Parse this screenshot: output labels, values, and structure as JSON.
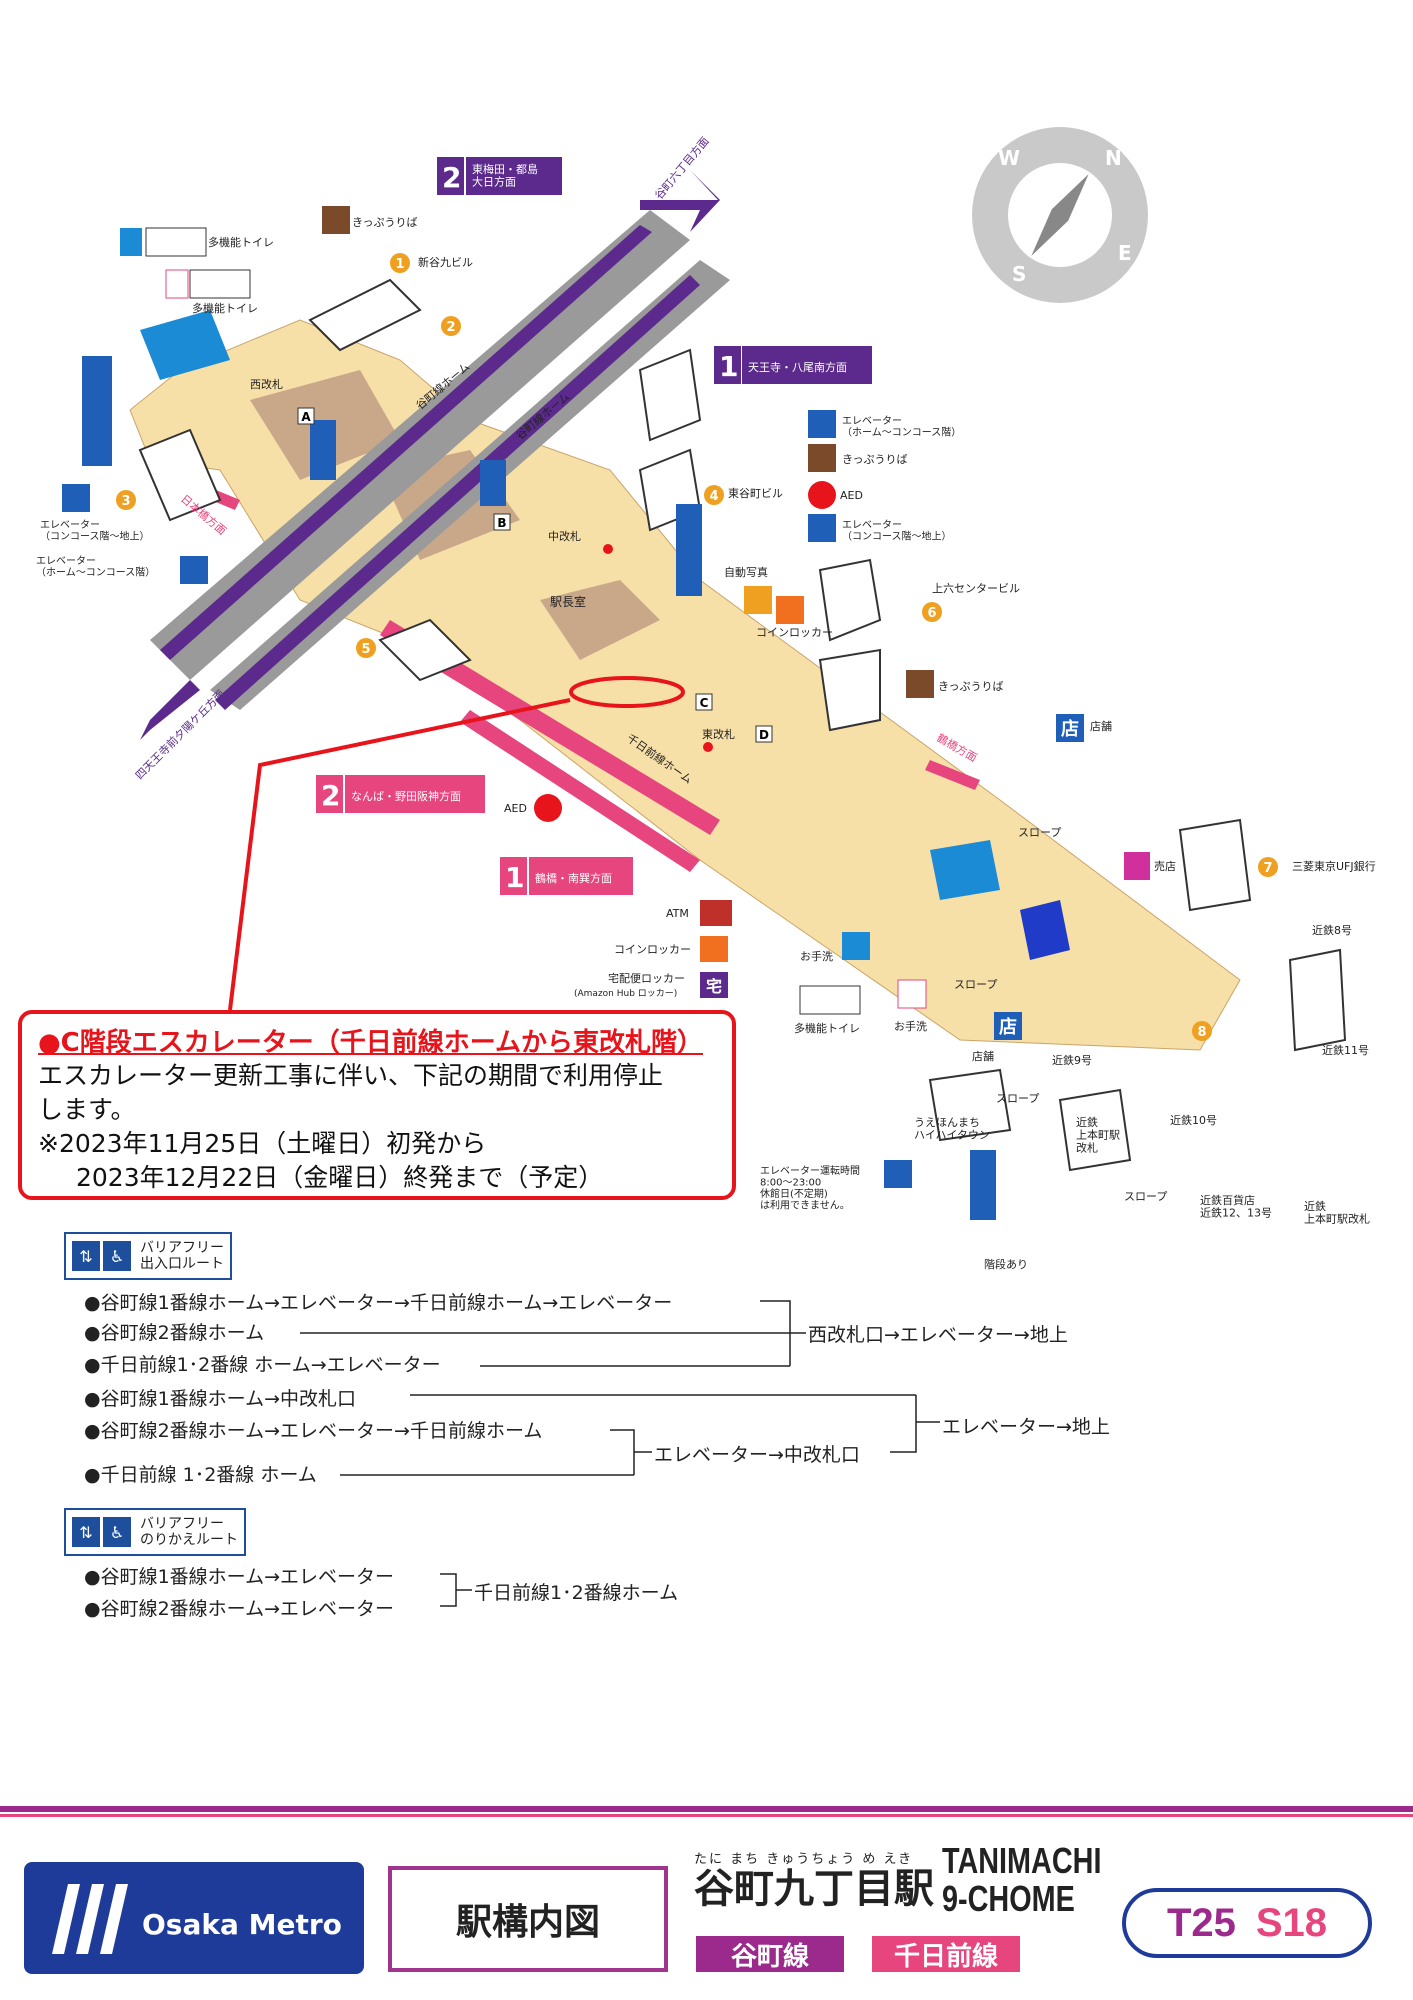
{
  "map": {
    "labels": {
      "west_gate": "西改札",
      "middle_gate": "中改札",
      "east_gate": "東改札",
      "station_master": "駅長室",
      "tanimachi_platform_1": "谷町線ホーム",
      "tanimachi_platform_2": "谷町線ホーム",
      "sennichimae_platform": "千日前線ホーム",
      "to_nipponbashi": "日本橋方面",
      "to_tsuruhashi": "鶴橋方面",
      "to_tanimachi6": "谷町六丁目方面",
      "to_shitennoji": "四天王寺前夕陽ケ丘方面",
      "ticket_1": "きっぷうりば",
      "ticket_2": "きっぷうりば",
      "ticket_3": "きっぷうりば",
      "toilet_multi_1": "多機能トイレ",
      "toilet_multi_2": "多機能トイレ",
      "toilet_multi_3": "多機能トイレ",
      "elev_1": "エレベーター\n（コンコース階〜地上）",
      "elev_2": "エレベーター\n（ホーム〜コンコース階）",
      "elev_3": "エレベーター\n（ホーム〜コンコース階）",
      "elev_4": "エレベーター\n（コンコース階〜地上）",
      "aed_1": "AED",
      "aed_2": "AED",
      "photo": "自動写真",
      "locker_1": "コインロッカー",
      "locker_2": "コインロッカー",
      "atm": "ATM",
      "delivery_locker": "宅配便ロッカー",
      "delivery_locker_sub": "(Amazon Hub ロッカー)",
      "restroom_m": "お手洗",
      "restroom_f": "お手洗",
      "shop_1": "店舗",
      "shop_2": "店舗",
      "kiosk": "売店",
      "slope_1": "スロープ",
      "slope_2": "スロープ",
      "slope_3": "スロープ",
      "slope_4": "スロープ",
      "shin_tanikyu": "新谷九ビル",
      "higashi_tanimachi": "東谷町ビル",
      "uehon6": "上六センタービル",
      "mufg": "三菱東京UFJ銀行",
      "kintetsu_8": "近鉄8号",
      "kintetsu_9": "近鉄9号",
      "kintetsu_10": "近鉄10号",
      "kintetsu_11": "近鉄11号",
      "kintetsu_gate": "近鉄\n上本町駅\n改札",
      "kintetsu_gate_2": "近鉄\n上本町駅改札",
      "kintetsu_dept": "近鉄百貨店\n近鉄12、13号",
      "hihi_town": "うえほんまち\nハイハイタウン",
      "stairs": "階段あり",
      "elev_hours": "エレベーター運転時間\n8:00〜23:00\n休館日(不定期)\nは利用できません。"
    },
    "exits": [
      "1",
      "2",
      "3",
      "4",
      "5",
      "6",
      "7",
      "8"
    ],
    "gates": [
      "A",
      "B",
      "C",
      "D"
    ],
    "direction_boxes": {
      "t2_num": "2",
      "t2_text": "東梅田・都島\n大日方面",
      "t1_num": "1",
      "t1_text": "天王寺・八尾南方面",
      "s2_num": "2",
      "s2_text": "なんば・野田阪神方面",
      "s1_num": "1",
      "s1_text": "鶴橋・南巽方面"
    },
    "shop_glyph": "店",
    "delivery_glyph": "宅",
    "compass": [
      "W",
      "N",
      "E",
      "S"
    ]
  },
  "notice": {
    "title": "●C階段エスカレーター（千日前線ホームから東改札階）",
    "line1": "エスカレーター更新工事に伴い、下記の期間で利用停止",
    "line2": "します。",
    "line3": "※2023年11月25日（土曜日）初発から",
    "line4": "2023年12月22日（金曜日）終発まで（予定）"
  },
  "barrier_free": {
    "entry_head": "バリアフリー\n出入口ルート",
    "entry_routes": [
      "●谷町線1番線ホーム→エレベーター→千日前線ホーム→エレベーター",
      "●谷町線2番線ホーム",
      "●千日前線1･2番線 ホーム→エレベーター",
      "●谷町線1番線ホーム→中改札口",
      "●谷町線2番線ホーム→エレベーター→千日前線ホーム",
      "●千日前線 1･2番線 ホーム"
    ],
    "entry_dest_1": "西改札口→エレベーター→地上",
    "entry_mid_2": "エレベーター→中改札口",
    "entry_dest_2": "エレベーター→地上",
    "transfer_head": "バリアフリー\nのりかえルート",
    "transfer_routes": [
      "●谷町線1番線ホーム→エレベーター",
      "●谷町線2番線ホーム→エレベーター"
    ],
    "transfer_dest": "千日前線1･2番線ホーム"
  },
  "footer": {
    "brand": "Osaka Metro",
    "map_title": "駅構内図",
    "station_ruby": "たに まち きゅうちょう め えき",
    "station_jp": "谷町九丁目駅",
    "station_en_1": "TANIMACHI",
    "station_en_2": "9-CHOME",
    "line_tanimachi": "谷町線",
    "line_sennichimae": "千日前線",
    "code_t": "T25",
    "code_s": "S18",
    "colors": {
      "tanimachi": "#9c2a8c",
      "sennichimae": "#e6457e",
      "brand": "#1f3b9a",
      "notice": "#e8141b"
    }
  }
}
